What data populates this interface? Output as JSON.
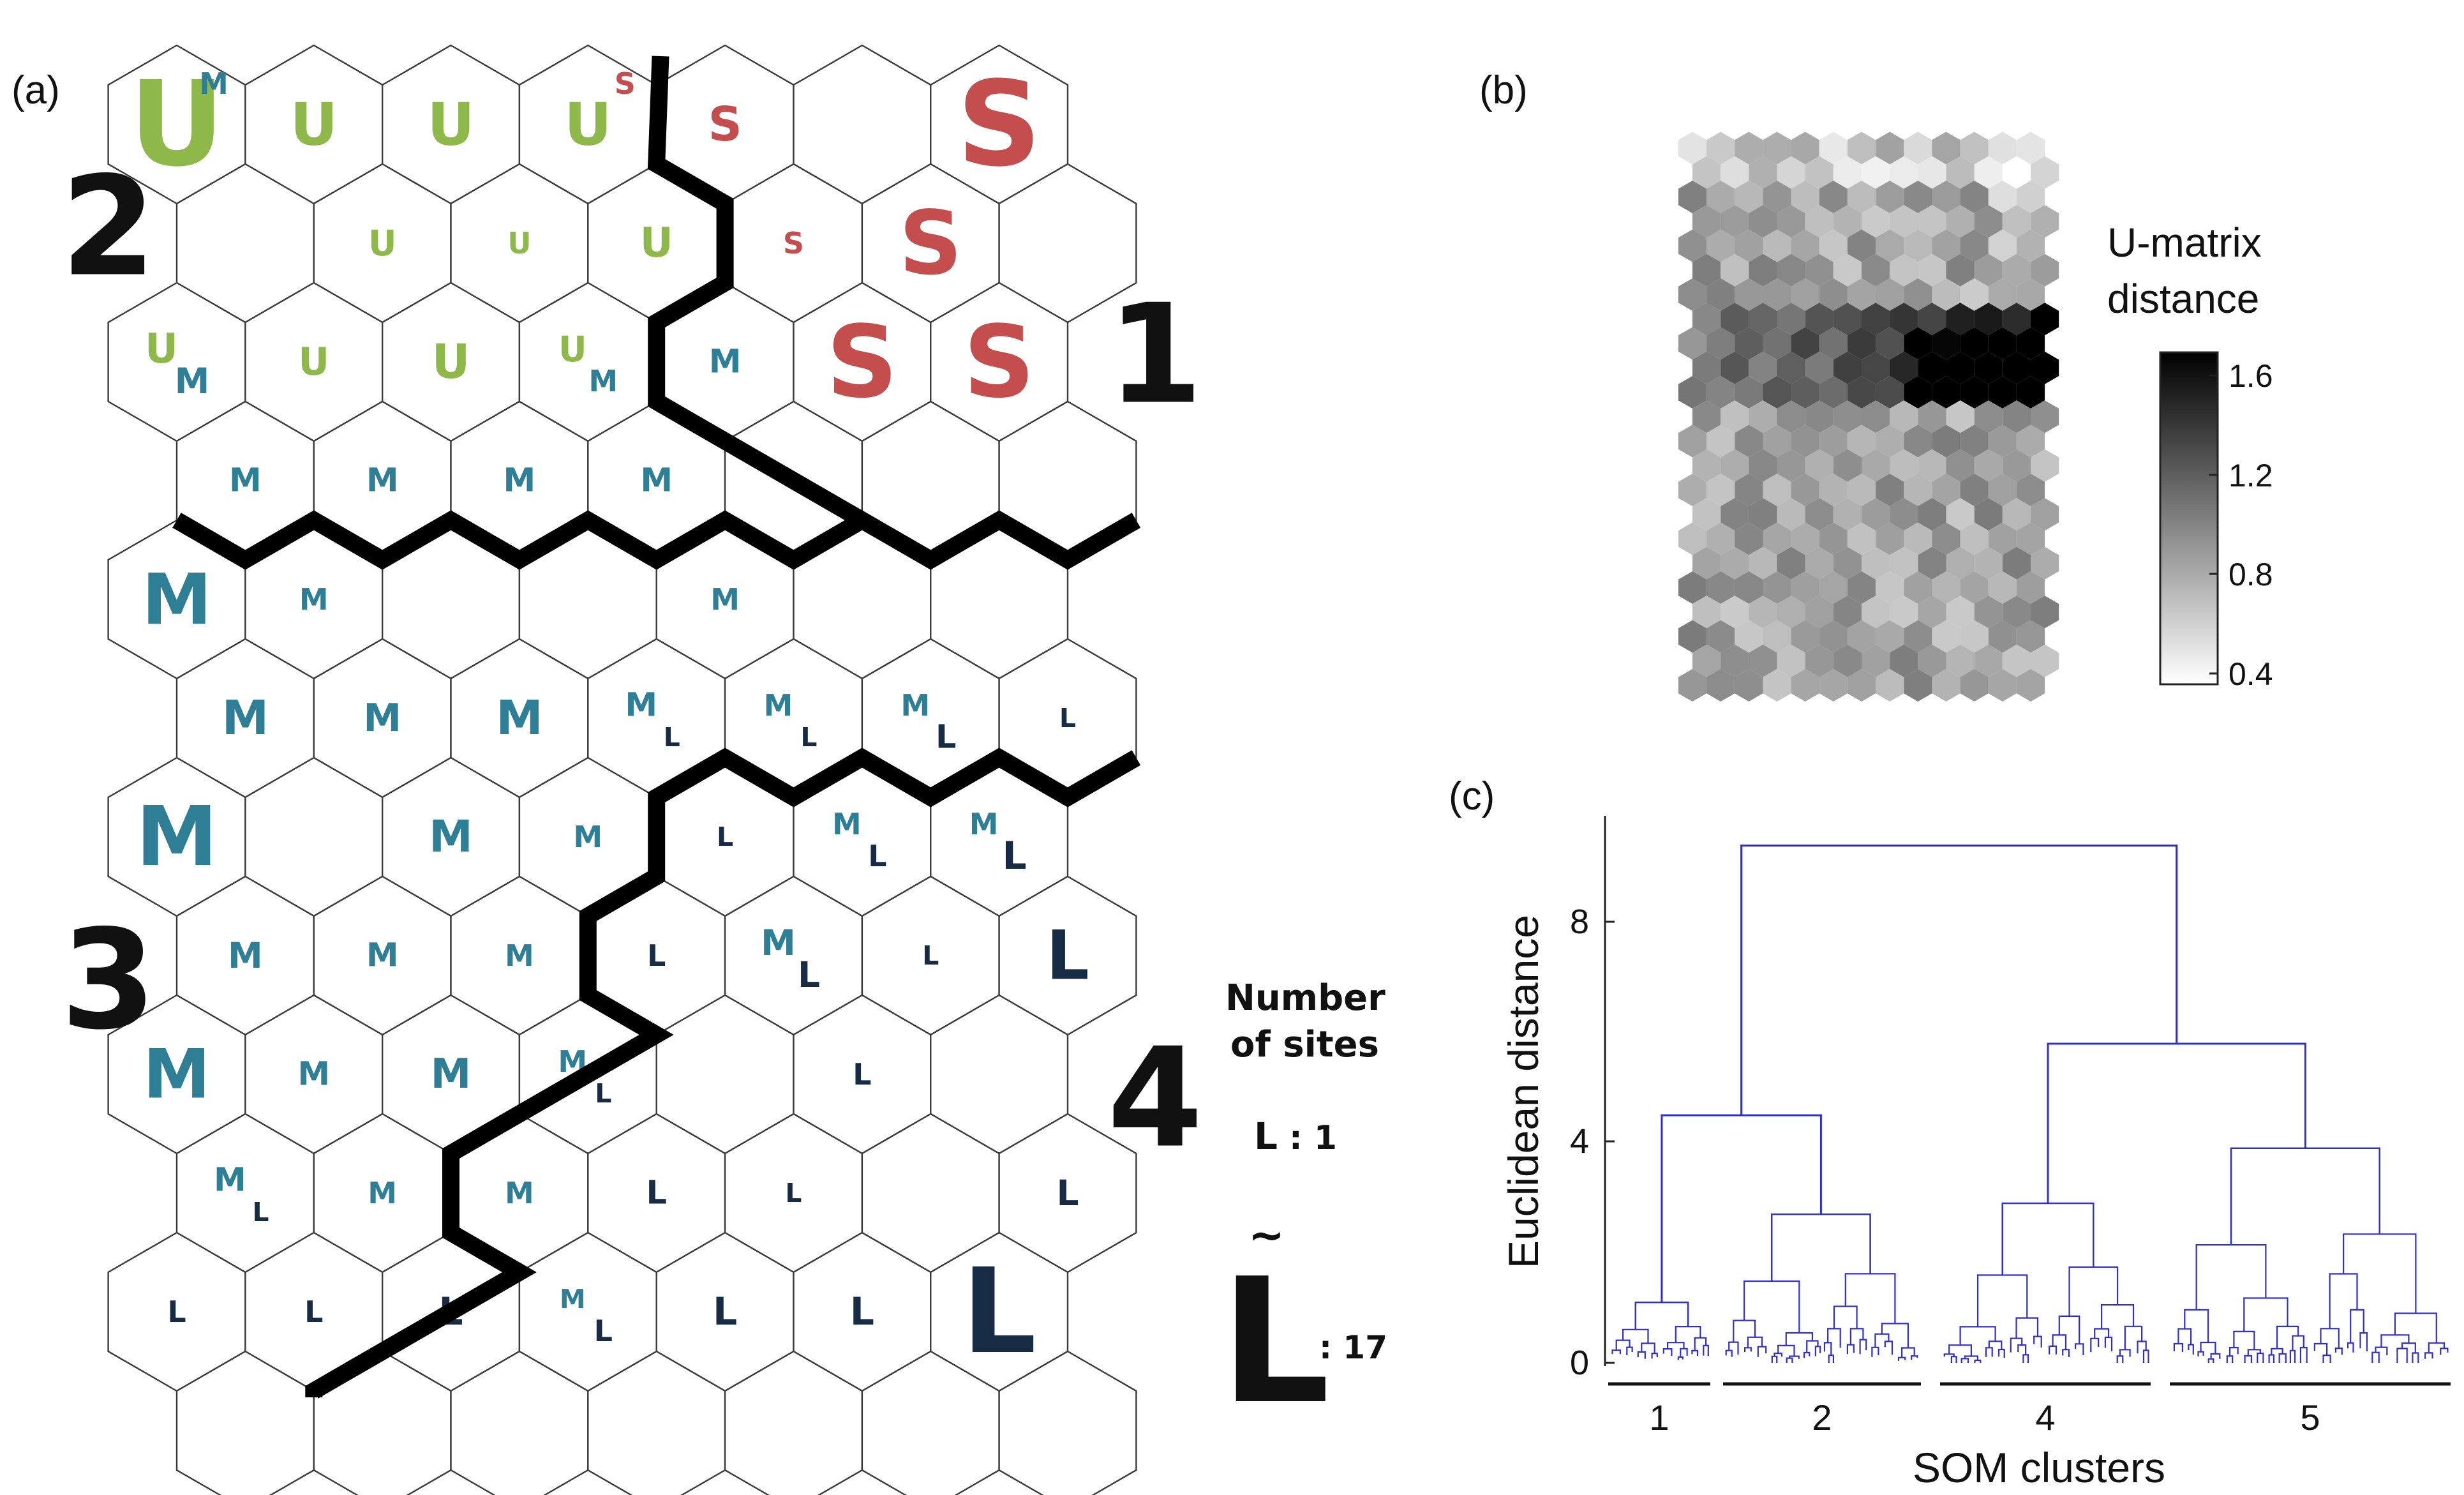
{
  "panels": {
    "a": {
      "label": "(a)"
    },
    "b": {
      "label": "(b)"
    },
    "c": {
      "label": "(c)"
    }
  },
  "som_map": {
    "rows": 12,
    "cols": 7,
    "cluster_numbers": [
      "1",
      "2",
      "3",
      "4"
    ],
    "colors": {
      "U": "#8fb84b",
      "S": "#c44d4d",
      "M": "#2e7f95",
      "L": "#172b45"
    },
    "legend": {
      "title_line1": "Number",
      "title_line2": "of sites",
      "min_letter": "L",
      "min_text": ": 1",
      "tilde": "~",
      "max_letter": "L",
      "max_text": ": 17"
    },
    "cells": [
      [
        [
          {
            "t": "U",
            "s": 4
          },
          {
            "t": "M",
            "s": 1,
            "o": "tr"
          }
        ],
        [
          {
            "t": "U",
            "s": 2
          }
        ],
        [
          {
            "t": "U",
            "s": 2
          }
        ],
        [
          {
            "t": "U",
            "s": 2
          },
          {
            "t": "S",
            "s": 1,
            "o": "tr"
          }
        ],
        [
          {
            "t": "S",
            "s": 1.6
          }
        ],
        [],
        [
          {
            "t": "S",
            "s": 4
          }
        ]
      ],
      [
        [],
        [
          {
            "t": "U",
            "s": 1.2
          }
        ],
        [
          {
            "t": "U",
            "s": 1
          }
        ],
        [
          {
            "t": "U",
            "s": 1.4
          }
        ],
        [
          {
            "t": "S",
            "s": 1
          }
        ],
        [
          {
            "t": "S",
            "s": 3
          }
        ],
        []
      ],
      [
        [
          {
            "t": "U",
            "s": 1.4,
            "o": "tl"
          },
          {
            "t": "M",
            "s": 1.2,
            "o": "br"
          }
        ],
        [
          {
            "t": "U",
            "s": 1.3
          }
        ],
        [
          {
            "t": "U",
            "s": 1.6
          }
        ],
        [
          {
            "t": "U",
            "s": 1.2,
            "o": "tl"
          },
          {
            "t": "M",
            "s": 1,
            "o": "br"
          }
        ],
        [
          {
            "t": "M",
            "s": 1.1
          }
        ],
        [
          {
            "t": "S",
            "s": 3.4
          }
        ],
        [
          {
            "t": "S",
            "s": 3.4
          }
        ]
      ],
      [
        [
          {
            "t": "M",
            "s": 1.1
          }
        ],
        [
          {
            "t": "M",
            "s": 1.1
          }
        ],
        [
          {
            "t": "M",
            "s": 1.1
          }
        ],
        [
          {
            "t": "M",
            "s": 1.1
          }
        ],
        [],
        [],
        []
      ],
      [
        [
          {
            "t": "M",
            "s": 2.4
          }
        ],
        [
          {
            "t": "M",
            "s": 1
          }
        ],
        [],
        [],
        [
          {
            "t": "M",
            "s": 1
          }
        ],
        [],
        []
      ],
      [
        [
          {
            "t": "M",
            "s": 1.6
          }
        ],
        [
          {
            "t": "M",
            "s": 1.3
          }
        ],
        [
          {
            "t": "M",
            "s": 1.6
          }
        ],
        [
          {
            "t": "M",
            "s": 1.1,
            "o": "tl"
          },
          {
            "t": "L",
            "s": 0.9,
            "o": "br"
          }
        ],
        [
          {
            "t": "M",
            "s": 1,
            "o": "tl"
          },
          {
            "t": "L",
            "s": 0.9,
            "o": "br"
          }
        ],
        [
          {
            "t": "M",
            "s": 1,
            "o": "tl"
          },
          {
            "t": "L",
            "s": 1.1,
            "o": "br"
          }
        ],
        [
          {
            "t": "L",
            "s": 0.9
          }
        ]
      ],
      [
        [
          {
            "t": "M",
            "s": 2.8
          }
        ],
        [],
        [
          {
            "t": "M",
            "s": 1.5
          }
        ],
        [
          {
            "t": "M",
            "s": 1
          }
        ],
        [
          {
            "t": "L",
            "s": 0.9
          }
        ],
        [
          {
            "t": "M",
            "s": 1,
            "o": "tl"
          },
          {
            "t": "L",
            "s": 1,
            "o": "br"
          }
        ],
        [
          {
            "t": "M",
            "s": 1,
            "o": "tl"
          },
          {
            "t": "L",
            "s": 1.3,
            "o": "br"
          }
        ]
      ],
      [
        [
          {
            "t": "M",
            "s": 1.2
          }
        ],
        [
          {
            "t": "M",
            "s": 1.1
          }
        ],
        [
          {
            "t": "M",
            "s": 1
          }
        ],
        [
          {
            "t": "L",
            "s": 1
          }
        ],
        [
          {
            "t": "M",
            "s": 1.2,
            "o": "tl"
          },
          {
            "t": "L",
            "s": 1.2,
            "o": "br"
          }
        ],
        [
          {
            "t": "L",
            "s": 0.9
          }
        ],
        [
          {
            "t": "L",
            "s": 2.3
          }
        ]
      ],
      [
        [
          {
            "t": "M",
            "s": 2.3
          }
        ],
        [
          {
            "t": "M",
            "s": 1.1
          }
        ],
        [
          {
            "t": "M",
            "s": 1.4
          }
        ],
        [
          {
            "t": "M",
            "s": 1,
            "o": "tl"
          },
          {
            "t": "L",
            "s": 0.9,
            "o": "br"
          }
        ],
        [],
        [
          {
            "t": "L",
            "s": 1
          }
        ],
        []
      ],
      [
        [
          {
            "t": "M",
            "s": 1.1,
            "o": "tl"
          },
          {
            "t": "L",
            "s": 0.9,
            "o": "br"
          }
        ],
        [
          {
            "t": "M",
            "s": 1
          }
        ],
        [
          {
            "t": "M",
            "s": 1
          }
        ],
        [
          {
            "t": "L",
            "s": 1.1
          }
        ],
        [
          {
            "t": "L",
            "s": 0.9
          }
        ],
        [],
        [
          {
            "t": "L",
            "s": 1.2
          }
        ]
      ],
      [
        [
          {
            "t": "L",
            "s": 1
          }
        ],
        [
          {
            "t": "L",
            "s": 1
          }
        ],
        [
          {
            "t": "L",
            "s": 1.3
          }
        ],
        [
          {
            "t": "M",
            "s": 0.9,
            "o": "tl"
          },
          {
            "t": "L",
            "s": 1,
            "o": "br"
          }
        ],
        [
          {
            "t": "L",
            "s": 1.3
          }
        ],
        [
          {
            "t": "L",
            "s": 1.3
          }
        ],
        [
          {
            "t": "L",
            "s": 4
          }
        ]
      ],
      []
    ]
  },
  "umatrix": {
    "colorbar_title_line1": "U-matrix",
    "colorbar_title_line2": "distance",
    "colorbar_ticks": [
      "1.6",
      "1.2",
      "0.8",
      "0.4"
    ],
    "range": [
      0.35,
      1.68
    ]
  },
  "chart_data": {
    "type": "dendrogram",
    "ylabel": "Euclidean distance",
    "xlabel": "SOM clusters",
    "ylim": [
      0,
      10
    ],
    "yticks": [
      0,
      4,
      8
    ],
    "root_height": 9.4,
    "clusters": [
      {
        "label": "1",
        "height": 1.1
      },
      {
        "label": "2",
        "height": 2.7
      },
      {
        "label": "4",
        "height": 2.9
      },
      {
        "label": "5",
        "height": 3.9
      }
    ],
    "merge_heights": {
      "clusters_1_2": 4.5,
      "clusters_4_5": 5.8,
      "root": 9.4
    }
  }
}
